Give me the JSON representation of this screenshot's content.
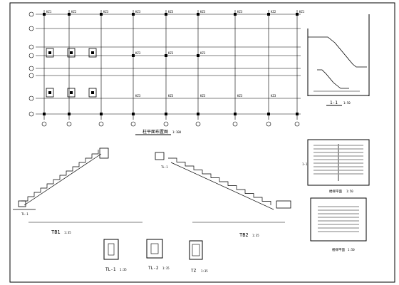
{
  "labels": {
    "plan_columns": [
      "KZ1",
      "KZ2",
      "KZ3",
      "KZ3",
      "KZ3",
      "KZ3",
      "KZ3",
      "KZ2",
      "KZ1"
    ],
    "plan_mid_tags": [
      "KZ3",
      "KZ3",
      "KZ3"
    ],
    "plan_bottom_tags": [
      "KZ3",
      "KZ3",
      "KZ3",
      "KZ3",
      "KZ3"
    ],
    "plan_title": "柱平面布置图",
    "plan_scale": "1:100",
    "section_title": "1-1",
    "section_scale": "1:50",
    "tb1_title": "TB1",
    "tb1_scale": "1:35",
    "tb2_title": "TB2",
    "tb2_scale": "1:35",
    "detail_tl1": "TL-1",
    "detail_tl1_scale": "1:35",
    "detail_tl2": "TL-2",
    "detail_tl2_scale": "1:35",
    "detail_tz": "TZ",
    "detail_tz_scale": "1:35",
    "stair_plan_upper": "楼梯平面",
    "stair_plan_upper_scale": "1:50",
    "stair_plan_lower": "楼梯平面",
    "stair_plan_lower_scale": "1:50",
    "side_tag": "1-1",
    "tb1_beam_tag": "TL-1",
    "tb2_beam_tag": "TL-1"
  }
}
